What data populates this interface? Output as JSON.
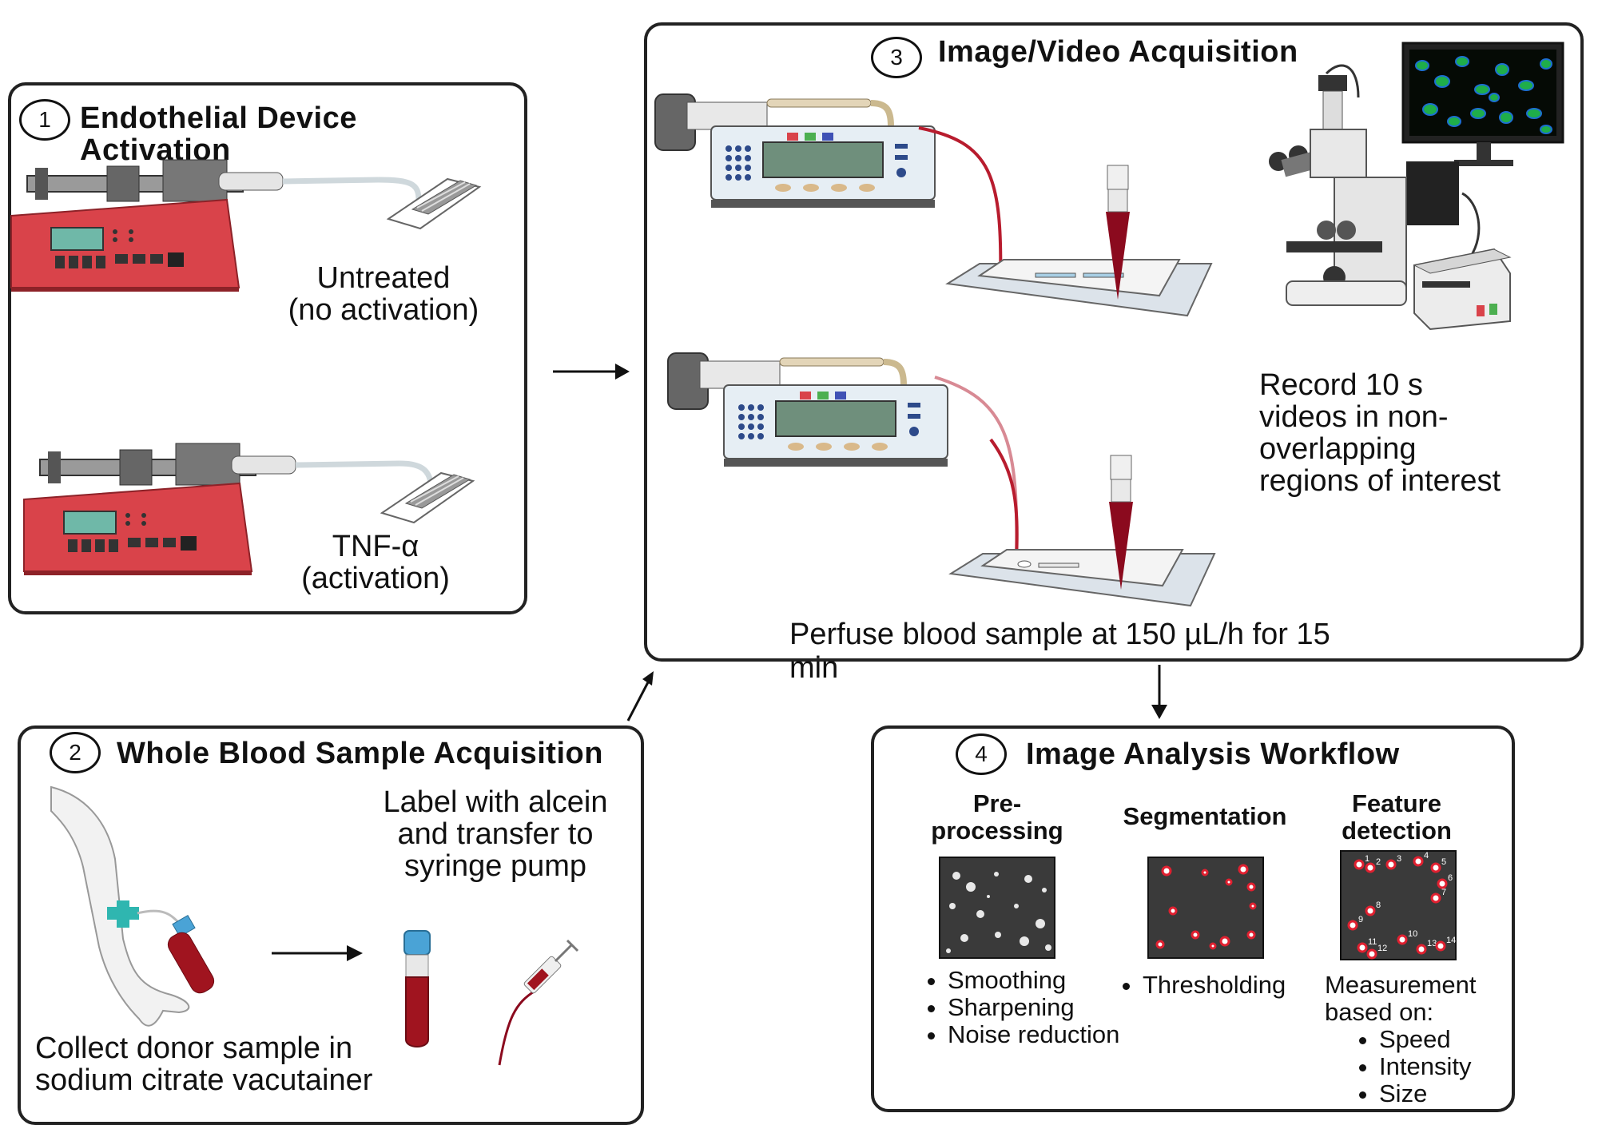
{
  "panel1": {
    "number": "1",
    "title_line1": "Endothelial Device",
    "title_line2": "Activation",
    "untreated_line1": "Untreated",
    "untreated_line2": "(no activation)",
    "tnf_line1": "TNF-α",
    "tnf_line2": "(activation)"
  },
  "panel2": {
    "number": "2",
    "title": "Whole Blood Sample Acquisition",
    "label_line1": "Label with alcein",
    "label_line2": "and transfer to",
    "label_line3": "syringe pump",
    "collect_line1": "Collect donor sample in",
    "collect_line2": "sodium citrate vacutainer"
  },
  "panel3": {
    "number": "3",
    "title": "Image/Video Acquisition",
    "record_line1": "Record 10 s",
    "record_line2": "videos in non-",
    "record_line3": "overlapping",
    "record_line4": "regions of interest",
    "perfuse_line1": "Perfuse blood sample at 150 µL/h for 15",
    "perfuse_line2": "min"
  },
  "panel4": {
    "number": "4",
    "title": "Image Analysis Workflow",
    "pre_line1": "Pre-",
    "pre_line2": "processing",
    "segmentation": "Segmentation",
    "feature_line1": "Feature",
    "feature_line2": "detection",
    "pre_bullets": [
      "Smoothing",
      "Sharpening",
      "Noise reduction"
    ],
    "seg_bullets": [
      "Thresholding"
    ],
    "measure_line1": "Measurement",
    "measure_line2": "based on:",
    "measure_bullets": [
      "Speed",
      "Intensity",
      "Size"
    ],
    "feature_numbers": [
      "1",
      "2",
      "3",
      "4",
      "5",
      "6",
      "7",
      "8",
      "9",
      "10",
      "11",
      "12",
      "13",
      "14"
    ]
  },
  "colors": {
    "pump_red": "#d9434a",
    "blood": "#8b0a1e",
    "cap_blue": "#4aa3d6",
    "outline": "#222222"
  }
}
